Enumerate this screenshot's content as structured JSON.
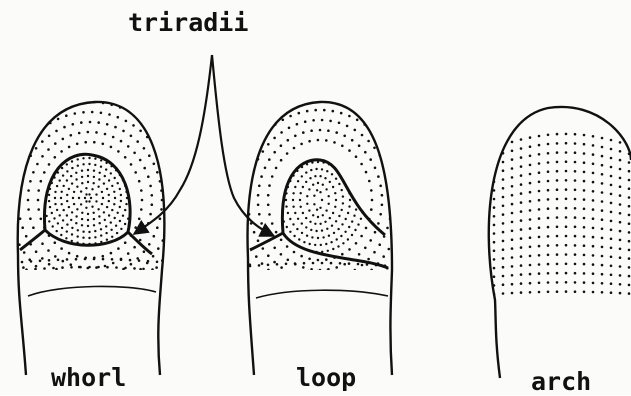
{
  "title": "triradii",
  "labels": {
    "whorl": "whorl",
    "loop": "loop",
    "arch": "arch"
  },
  "colors": {
    "ink": "#111111",
    "paper": "#fbfbf9"
  }
}
